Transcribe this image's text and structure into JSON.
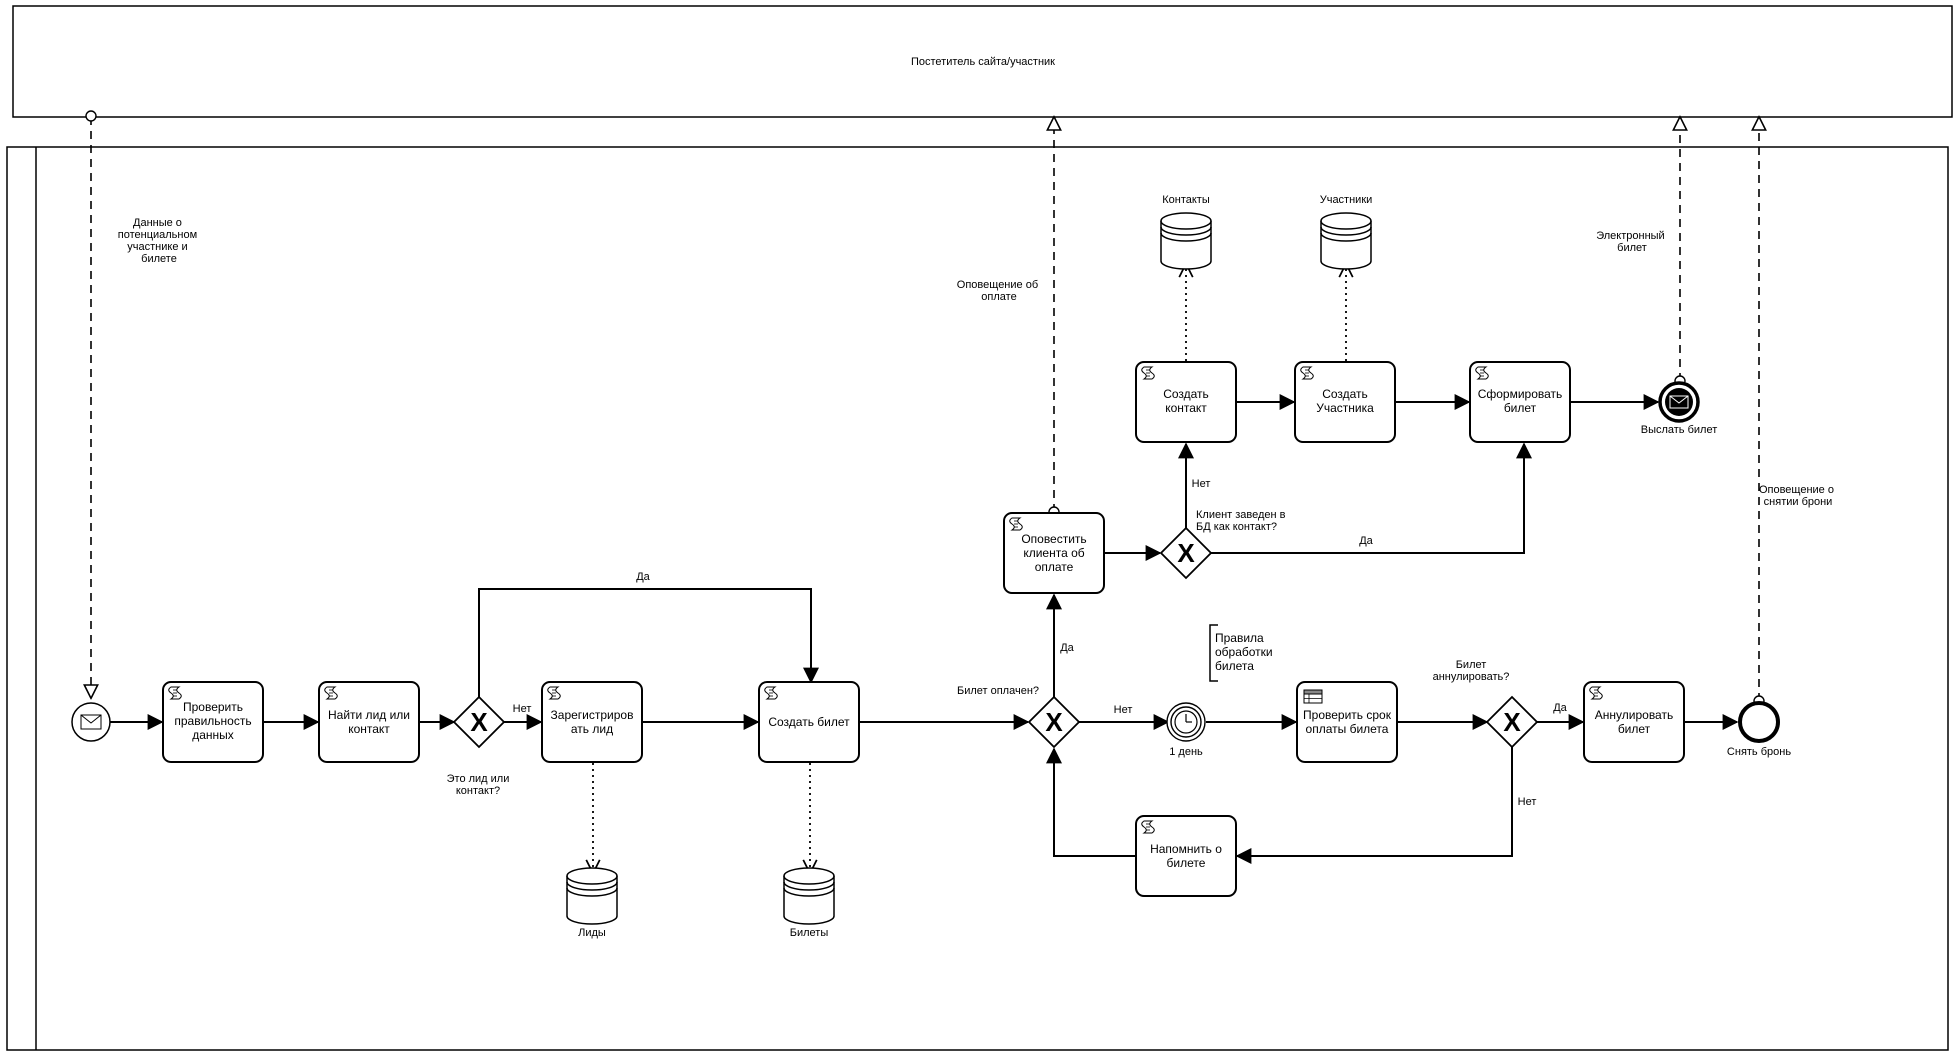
{
  "pools": {
    "external": {
      "label": "Постетитель сайта/участник"
    }
  },
  "tasks": {
    "verify": "Проверить правильность данных",
    "find_lead": "Найти лид или контакт",
    "register_lead": "Зарегистриров ать лид",
    "create_ticket": "Создать билет",
    "notify_client": "Оповестить клиента об оплате",
    "create_contact": "Создать контакт",
    "create_participant": "Создать Участника",
    "form_ticket": "Сформировать билет",
    "check_payment": "Проверить срок оплаты билета",
    "cancel_ticket": "Аннулировать билет",
    "remind": "Напомнить о билете"
  },
  "data_stores": {
    "leads": "Лиды",
    "tickets": "Билеты",
    "contacts": "Контакты",
    "participants": "Участники"
  },
  "events": {
    "send_ticket": "Выслать билет",
    "remove_booking": "Снять бронь",
    "timer": "1 день"
  },
  "gateways": {
    "lead_or_contact": "Это лид или контакт?",
    "ticket_paid": "Билет оплачен?",
    "client_in_db": "Клиент заведен в БД как контакт?",
    "cancel_question": "Билет аннулировать?"
  },
  "flow_labels": {
    "yes1": "Да",
    "no1": "Нет",
    "yes_paid": "Да",
    "no_paid": "Нет",
    "no_contact": "Нет",
    "yes_contact": "Да",
    "yes_cancel": "Да",
    "no_cancel": "Нет"
  },
  "messages": {
    "lead_data": "Данные о потенциальном участнике и билете",
    "payment_notice": "Оповещение об оплате",
    "eticket": "Электронный билет",
    "cancel_notice": "Оповещение о снятии брони"
  },
  "annotation": "Правила обработки билета",
  "colors": {
    "stroke": "#000000",
    "background": "#ffffff"
  }
}
